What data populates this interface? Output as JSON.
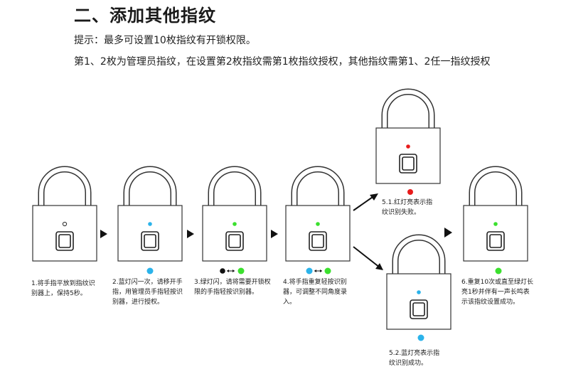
{
  "heading": "二、添加其他指纹",
  "tip_line1": "提示：最多可设置10枚指纹有开锁权限。",
  "tip_line2": "第1、2枚为管理员指纹，在设置第2枚指纹需第1枚指纹授权，其他指纹需第1、2任一指纹授权",
  "colors": {
    "blue": "#2bb3ea",
    "green": "#3be02e",
    "red": "#e81b1b",
    "black": "#111111"
  },
  "steps": [
    {
      "caption": "1.将手指平放到指纹识别器上，保持5秒。",
      "light": "off"
    },
    {
      "caption": "2.蓝灯闪一次，请移开手指，用管理员手指轻按识别器，进行授权。",
      "light": "blue"
    },
    {
      "caption": "3.绿灯闪，请将需要开锁权限的手指轻按识别器。",
      "light": "green"
    },
    {
      "caption": "4.将手指重复轻按识别器，可调整不同角度录入。",
      "light": "blue-green"
    },
    {
      "caption": "5.1.红灯亮表示指纹识别失败。",
      "light": "red"
    },
    {
      "caption": "5.2.蓝灯亮表示指纹识别成功。",
      "light": "blue"
    },
    {
      "caption": "6.重复10次或直至绿灯长亮1秒并伴有一声长鸣表示该指纹设置成功。",
      "light": "green"
    }
  ]
}
